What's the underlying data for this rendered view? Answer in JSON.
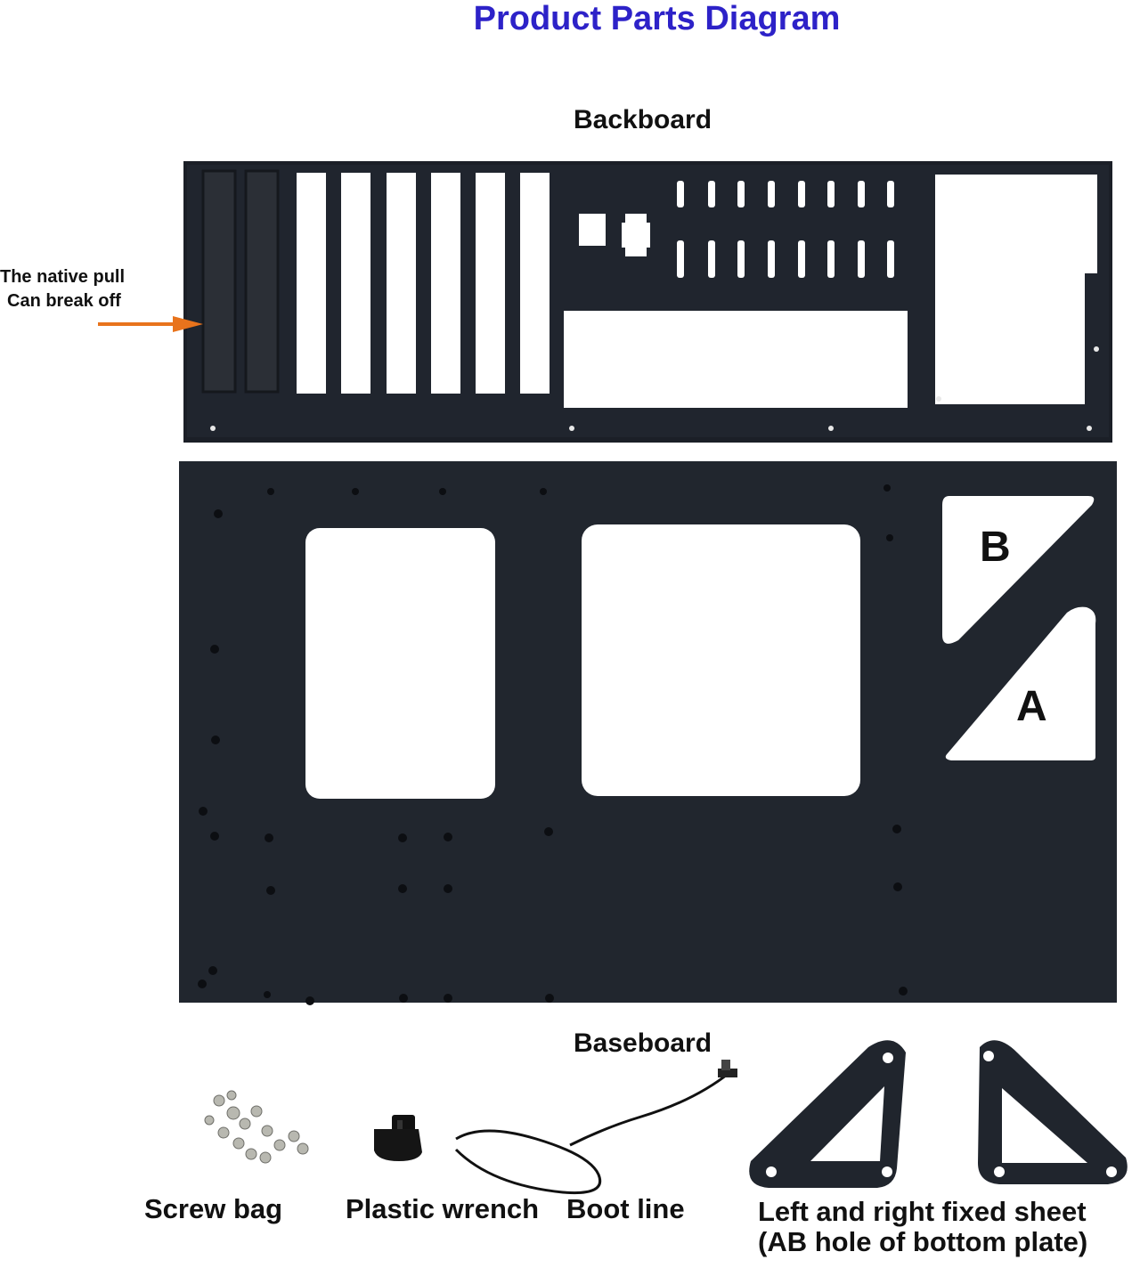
{
  "title": "Product Parts Diagram",
  "parts": {
    "backboard": "Backboard",
    "baseboard": "Baseboard",
    "native_pull_note": [
      "The native pull",
      "Can break off"
    ],
    "cutout_b": "B",
    "cutout_a": "A"
  },
  "accessories": {
    "screw_bag": "Screw bag",
    "plastic_wrench": "Plastic wrench",
    "boot_line": "Boot line",
    "fixed_sheet_line1": "Left and right fixed sheet",
    "fixed_sheet_line2": "(AB hole of bottom plate)"
  },
  "colors": {
    "title": "#2d22c8",
    "arrow": "#e8731c",
    "plate": "#1f242c"
  }
}
